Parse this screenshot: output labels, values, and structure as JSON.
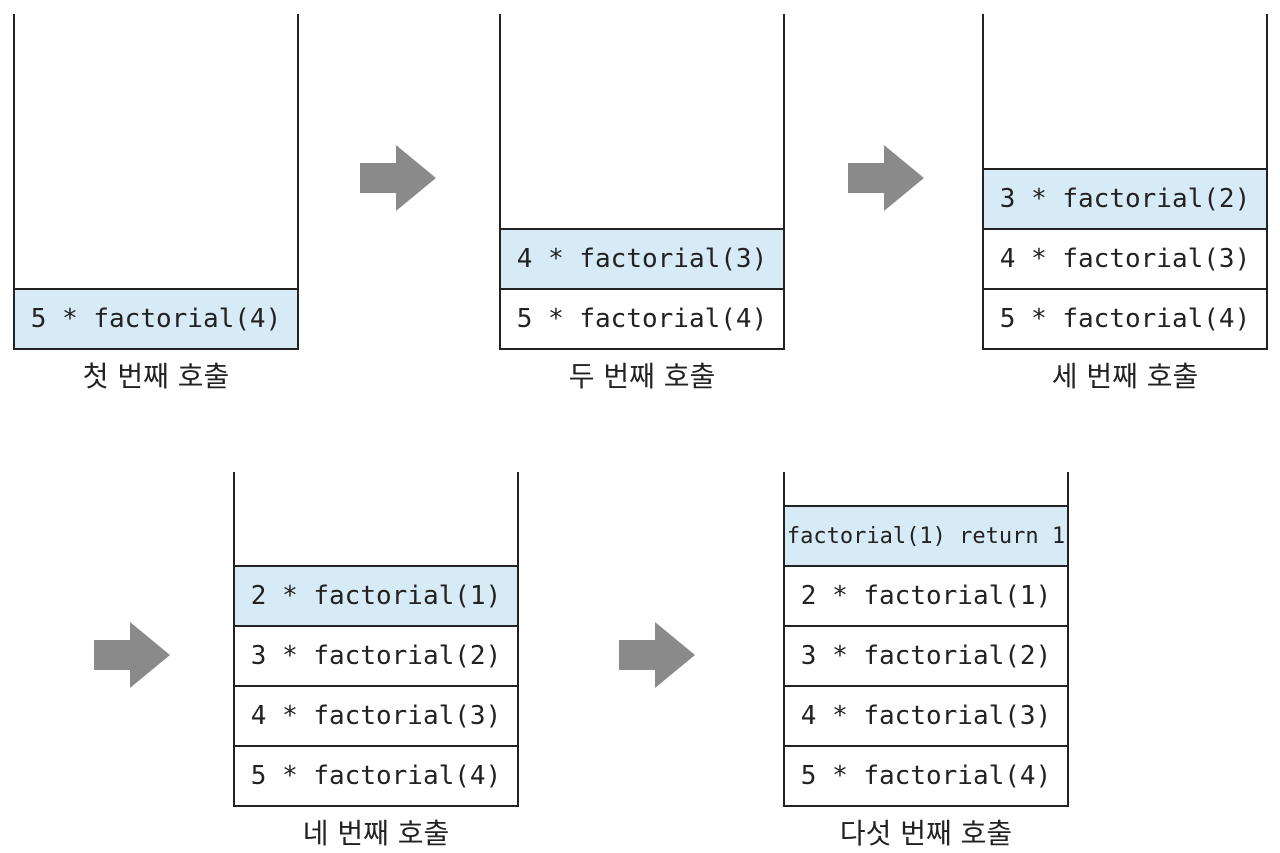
{
  "colors": {
    "highlight": "#d7ebf6",
    "arrow": "#8a8a8a",
    "line": "#222222"
  },
  "stacks": [
    {
      "caption": "첫 번째 호출",
      "frames": [
        "5 * factorial(4)"
      ]
    },
    {
      "caption": "두 번째 호출",
      "frames": [
        "4 * factorial(3)",
        "5 * factorial(4)"
      ]
    },
    {
      "caption": "세 번째 호출",
      "frames": [
        "3 * factorial(2)",
        "4 * factorial(3)",
        "5 * factorial(4)"
      ]
    },
    {
      "caption": "네 번째 호출",
      "frames": [
        "2 * factorial(1)",
        "3 * factorial(2)",
        "4 * factorial(3)",
        "5 * factorial(4)"
      ]
    },
    {
      "caption": "다섯 번째 호출",
      "frames": [
        "factorial(1) return 1",
        "2 * factorial(1)",
        "3 * factorial(2)",
        "4 * factorial(3)",
        "5 * factorial(4)"
      ]
    }
  ]
}
